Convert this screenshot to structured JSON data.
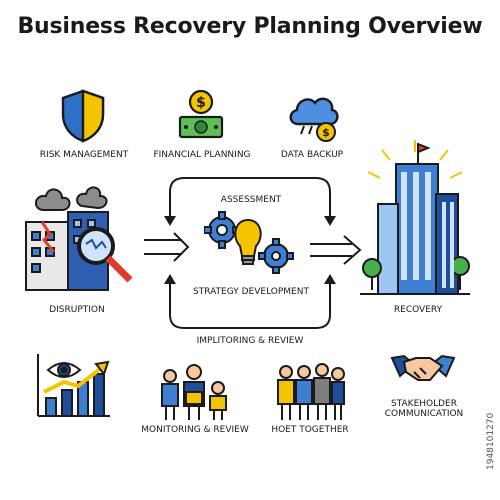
{
  "title": "Business Recovery Planning Overview",
  "top_row": {
    "risk": "RISK MANAGEMENT",
    "finance": "FINANCIAL PLANNING",
    "backup": "DATA BACKUP"
  },
  "middle": {
    "assessment": "ASSESSMENT",
    "strategy": "STRATEGY DEVELOPMENT",
    "loop": "IMPLITORING & REVIEW"
  },
  "sides": {
    "disruption": "DISRUPTION",
    "recovery": "RECOVERY"
  },
  "bottom_row": {
    "monitoring": "MONITORING & REVIEW",
    "together": "HOET TOGETHER",
    "stakeholder_line1": "STAKEHOLDER",
    "stakeholder_line2": "COMMUNICATION"
  },
  "stock_id": "1948101270",
  "colors": {
    "navy": "#1f4e9c",
    "blue": "#3f7fd1",
    "light_blue": "#9cc5ef",
    "yellow": "#f5c400",
    "green": "#46b04a",
    "red": "#e23b2e",
    "gray": "#7d7d7d",
    "outline": "#1b1b1b"
  }
}
